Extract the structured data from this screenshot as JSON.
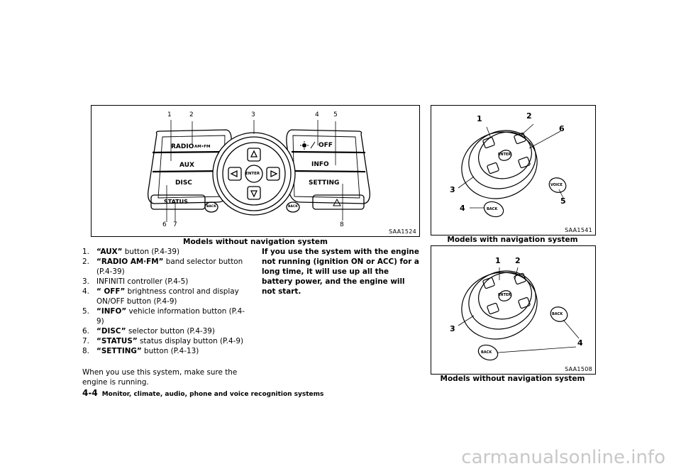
{
  "figure_main": {
    "code": "SAA1524",
    "caption": "Models without navigation system",
    "callouts": [
      "1",
      "2",
      "3",
      "4",
      "5",
      "6",
      "7",
      "8"
    ],
    "panel_labels": {
      "radio": "RADIO",
      "amfm": "AM•FM",
      "aux": "AUX",
      "disc": "DISC",
      "status": "STATUS",
      "off": "OFF",
      "info": "INFO",
      "setting": "SETTING",
      "enter": "ENTER",
      "back": "BACK"
    }
  },
  "figure_nav": {
    "code": "SAA1541",
    "caption": "Models with navigation system",
    "callouts": [
      "1",
      "2",
      "3",
      "4",
      "5",
      "6"
    ],
    "labels": {
      "enter": "ENTER",
      "back": "BACK",
      "voice": "VOICE"
    }
  },
  "figure_nonav": {
    "code": "SAA1508",
    "caption": "Models without navigation system",
    "callouts": [
      "1",
      "2",
      "3",
      "4"
    ],
    "labels": {
      "enter": "ENTER",
      "back": "BACK"
    }
  },
  "list": [
    {
      "num": "1.",
      "name": "“AUX”",
      "text": " button (P.4-39)"
    },
    {
      "num": "2.",
      "name": "“RADIO AM·FM”",
      "text": " band selector button (P.4-39)"
    },
    {
      "num": "3.",
      "name": "",
      "text": "INFINITI controller (P.4-5)"
    },
    {
      "num": "4.",
      "name": "“ OFF”",
      "text": " brightness control and display ON/OFF button (P.4-9)"
    },
    {
      "num": "5.",
      "name": "“INFO”",
      "text": " vehicle information button (P.4-9)"
    },
    {
      "num": "6.",
      "name": "“DISC”",
      "text": " selector button (P.4-39)"
    },
    {
      "num": "7.",
      "name": "“STATUS”",
      "text": " status display button (P.4-9)"
    },
    {
      "num": "8.",
      "name": "“SETTING”",
      "text": " button (P.4-13)"
    }
  ],
  "note": "When you use this system, make sure the engine is running.",
  "warning": "If you use the system with the engine not running (ignition ON or ACC) for a long time, it will use up all the battery power, and the engine will not start.",
  "footer": {
    "page": "4-4",
    "section": "Monitor, climate, audio, phone and voice recognition systems"
  },
  "watermark": "carmanualsonline.info"
}
